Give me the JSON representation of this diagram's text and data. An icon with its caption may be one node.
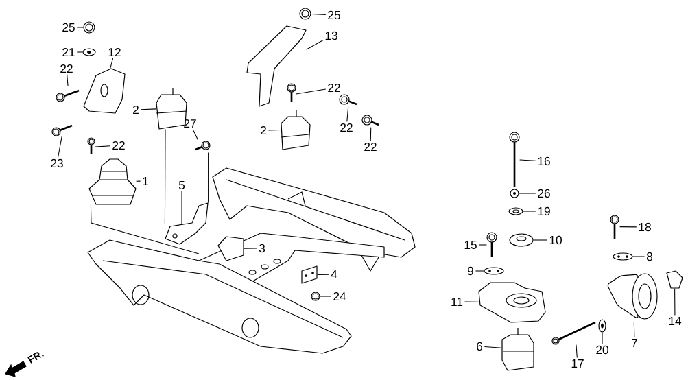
{
  "diagram": {
    "nodes": [
      {
        "text": [
          "25"
        ]
      },
      {
        "text": [
          "21"
        ]
      },
      {
        "text": [
          "12"
        ]
      },
      {
        "text": [
          "22"
        ]
      },
      {
        "text": [
          "23"
        ]
      },
      {
        "text": [
          "22"
        ]
      },
      {
        "text": [
          "2"
        ]
      },
      {
        "text": [
          "1"
        ]
      },
      {
        "text": [
          "27"
        ]
      },
      {
        "text": [
          "25"
        ]
      },
      {
        "text": [
          "13"
        ]
      },
      {
        "text": [
          "22"
        ]
      },
      {
        "text": [
          "2"
        ]
      },
      {
        "text": [
          "22"
        ]
      },
      {
        "text": [
          "22"
        ]
      },
      {
        "text": [
          "5"
        ]
      },
      {
        "text": [
          "3"
        ]
      },
      {
        "text": [
          "4"
        ]
      },
      {
        "text": [
          "24"
        ]
      },
      {
        "text": [
          "16"
        ]
      },
      {
        "text": [
          "26"
        ]
      },
      {
        "text": [
          "19"
        ]
      },
      {
        "text": [
          "15"
        ]
      },
      {
        "text": [
          "10"
        ]
      },
      {
        "text": [
          "18"
        ]
      },
      {
        "text": [
          "8"
        ]
      },
      {
        "text": [
          "9"
        ]
      },
      {
        "text": [
          "11"
        ]
      },
      {
        "text": [
          "14"
        ]
      },
      {
        "text": [
          "6"
        ]
      },
      {
        "text": [
          "17"
        ]
      },
      {
        "text": [
          "20"
        ]
      },
      {
        "text": [
          "7"
        ]
      },
      {
        "text": [],
        "shape": "picture"
      },
      {
        "text": [],
        "shape": "picture"
      },
      {
        "text": [],
        "shape": "picture"
      },
      {
        "text": [],
        "shape": "picture"
      },
      {
        "text": [],
        "shape": "picture"
      },
      {
        "text": [],
        "shape": "picture"
      },
      {
        "text": [],
        "shape": "picture"
      },
      {
        "text": [],
        "shape": "picture"
      },
      {
        "text": [],
        "shape": "picture"
      },
      {
        "text": [],
        "shape": "picture"
      },
      {
        "text": [],
        "shape": "picture"
      },
      {
        "text": [],
        "shape": "picture"
      },
      {
        "text": [],
        "shape": "picture"
      },
      {
        "text": [],
        "shape": "picture"
      },
      {
        "text": [],
        "shape": "picture"
      },
      {
        "text": [],
        "shape": "picture"
      },
      {
        "text": [],
        "shape": "picture"
      },
      {
        "text": [],
        "shape": "picture"
      },
      {
        "text": [],
        "shape": "picture"
      },
      {
        "text": [],
        "shape": "picture"
      },
      {
        "text": [],
        "shape": "picture"
      },
      {
        "text": [],
        "shape": "picture"
      },
      {
        "text": [],
        "shape": "picture"
      },
      {
        "text": [],
        "shape": "picture"
      },
      {
        "text": [],
        "shape": "picture"
      },
      {
        "text": [],
        "shape": "picture"
      },
      {
        "text": [],
        "shape": "picture"
      },
      {
        "text": [],
        "shape": "picture"
      },
      {
        "text": [],
        "shape": "picture"
      },
      {
        "text": [],
        "shape": "picture"
      },
      {
        "text": [],
        "shape": "picture"
      },
      {
        "text": [],
        "shape": "picture"
      },
      {
        "text": [],
        "shape": "picture"
      }
    ],
    "edges": [
      {
        "from": 0,
        "to": 33,
        "arrow": "none"
      },
      {
        "from": 1,
        "to": 34,
        "arrow": "none"
      },
      {
        "from": 2,
        "to": 35,
        "arrow": "none"
      },
      {
        "from": 3,
        "to": 36,
        "arrow": "none"
      },
      {
        "from": 4,
        "to": 37,
        "arrow": "none"
      },
      {
        "from": 5,
        "to": 38,
        "arrow": "none"
      },
      {
        "from": 6,
        "to": 39,
        "arrow": "none"
      },
      {
        "from": 7,
        "to": 40,
        "arrow": "none"
      },
      {
        "from": 8,
        "to": 41,
        "arrow": "none"
      },
      {
        "from": 9,
        "to": 42,
        "arrow": "none"
      },
      {
        "from": 10,
        "to": 43,
        "arrow": "none"
      },
      {
        "from": 11,
        "to": 44,
        "arrow": "none"
      },
      {
        "from": 12,
        "to": 45,
        "arrow": "none"
      },
      {
        "from": 13,
        "to": 46,
        "arrow": "none"
      },
      {
        "from": 14,
        "to": 47,
        "arrow": "none"
      },
      {
        "from": 15,
        "to": 48,
        "arrow": "none"
      },
      {
        "from": 16,
        "to": 49,
        "arrow": "none"
      },
      {
        "from": 17,
        "to": 50,
        "arrow": "none"
      },
      {
        "from": 18,
        "to": 51,
        "arrow": "none"
      },
      {
        "from": 19,
        "to": 52,
        "arrow": "none"
      },
      {
        "from": 20,
        "to": 53,
        "arrow": "none"
      },
      {
        "from": 21,
        "to": 54,
        "arrow": "none"
      },
      {
        "from": 22,
        "to": 55,
        "arrow": "none"
      },
      {
        "from": 23,
        "to": 56,
        "arrow": "none"
      },
      {
        "from": 24,
        "to": 57,
        "arrow": "none"
      },
      {
        "from": 25,
        "to": 58,
        "arrow": "none"
      },
      {
        "from": 26,
        "to": 59,
        "arrow": "none"
      },
      {
        "from": 27,
        "to": 60,
        "arrow": "none"
      },
      {
        "from": 28,
        "to": 61,
        "arrow": "none"
      },
      {
        "from": 29,
        "to": 62,
        "arrow": "none"
      },
      {
        "from": 30,
        "to": 63,
        "arrow": "none"
      },
      {
        "from": 31,
        "to": 64,
        "arrow": "none"
      },
      {
        "from": 32,
        "to": 65,
        "arrow": "none"
      },
      {
        "from": 41,
        "to": 48,
        "arrow": "none"
      },
      {
        "from": 40,
        "to": null,
        "arrow": "none"
      },
      {
        "from": 39,
        "to": 48,
        "arrow": "none"
      }
    ],
    "labels": [
      "FR."
    ]
  }
}
